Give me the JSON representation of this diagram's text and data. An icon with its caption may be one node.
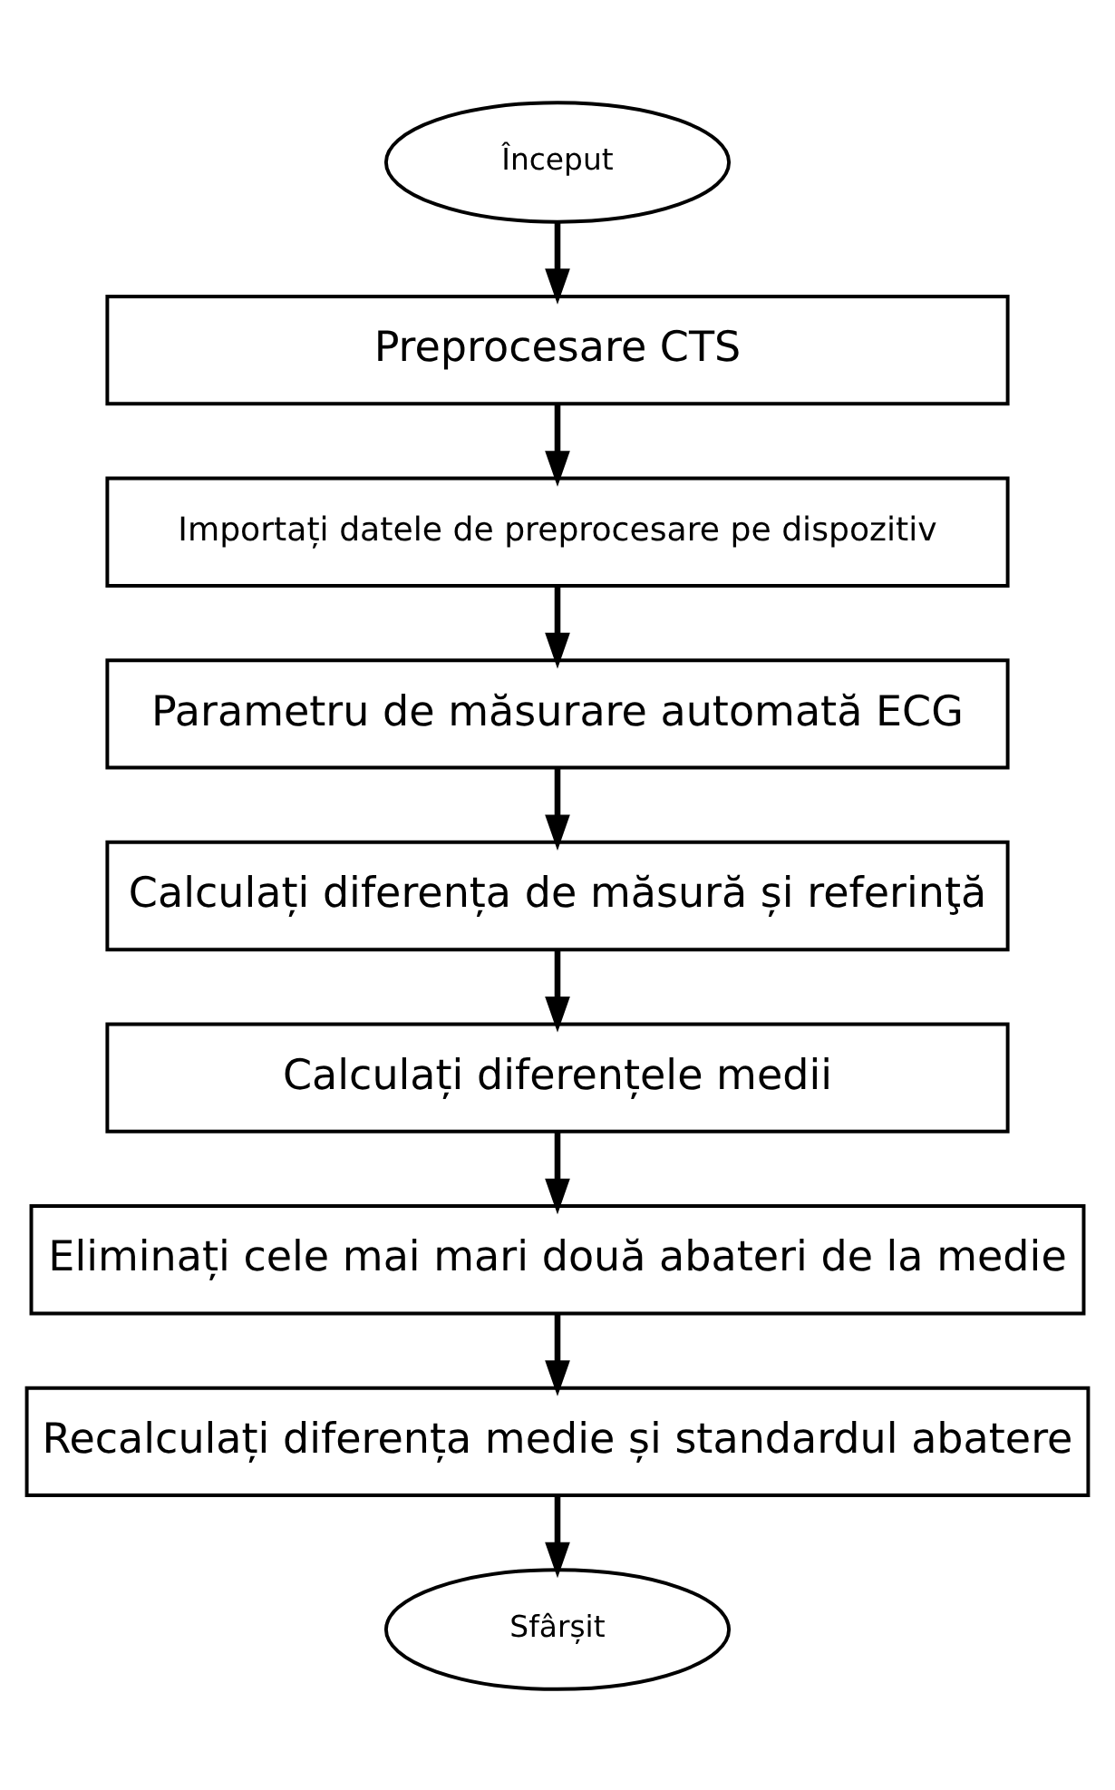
{
  "diagram": {
    "nodes": [
      {
        "text": [
          "Început"
        ]
      },
      {
        "text": [
          "Preprocesare CTS"
        ]
      },
      {
        "text": [
          "Importați datele de preprocesare pe dispozitiv"
        ]
      },
      {
        "text": [
          "Parametru de măsurare automată ECG"
        ]
      },
      {
        "text": [
          "Calculați diferența de măsură și referinţă"
        ]
      },
      {
        "text": [
          "Calculați diferențele medii"
        ]
      },
      {
        "text": [
          "Eliminați cele mai mari două abateri de la medie"
        ]
      },
      {
        "text": [
          "Recalculați diferența medie și standardul abatere"
        ]
      },
      {
        "text": [
          "Sfârșit"
        ]
      }
    ],
    "edges": [
      {
        "from": 0,
        "to": 1,
        "arrow": "to"
      },
      {
        "from": 1,
        "to": 2,
        "arrow": "to"
      },
      {
        "from": 2,
        "to": 3,
        "arrow": "to"
      },
      {
        "from": 3,
        "to": 4,
        "arrow": "to"
      },
      {
        "from": 4,
        "to": 5,
        "arrow": "to"
      },
      {
        "from": 5,
        "to": 6,
        "arrow": "to"
      },
      {
        "from": 6,
        "to": 7,
        "arrow": "to"
      },
      {
        "from": 7,
        "to": 8,
        "arrow": "to"
      }
    ]
  }
}
